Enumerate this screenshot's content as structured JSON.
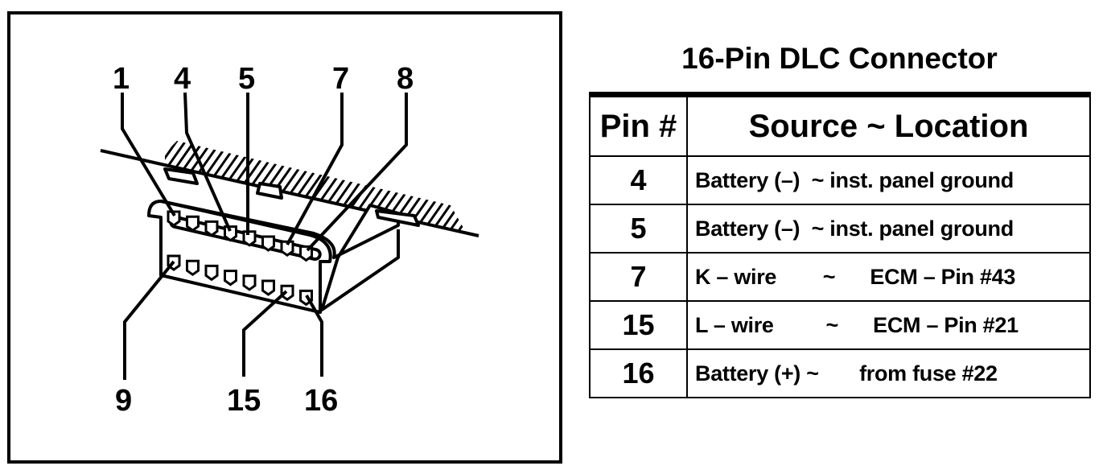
{
  "diagram": {
    "pin_labels_top": [
      "1",
      "4",
      "5",
      "7",
      "8"
    ],
    "pin_labels_bottom": [
      "9",
      "15",
      "16"
    ]
  },
  "table": {
    "title": "16-Pin DLC Connector",
    "headers": [
      "Pin #",
      "Source ~ Location"
    ],
    "rows": [
      {
        "pin": "4",
        "source": "Battery (–)  ~ inst. panel ground"
      },
      {
        "pin": "5",
        "source": "Battery (–)  ~ inst. panel ground"
      },
      {
        "pin": "7",
        "source": "K – wire        ~      ECM – Pin #43"
      },
      {
        "pin": "15",
        "source": "L – wire         ~      ECM – Pin #21"
      },
      {
        "pin": "16",
        "source": "Battery (+) ~       from fuse #22"
      }
    ]
  }
}
